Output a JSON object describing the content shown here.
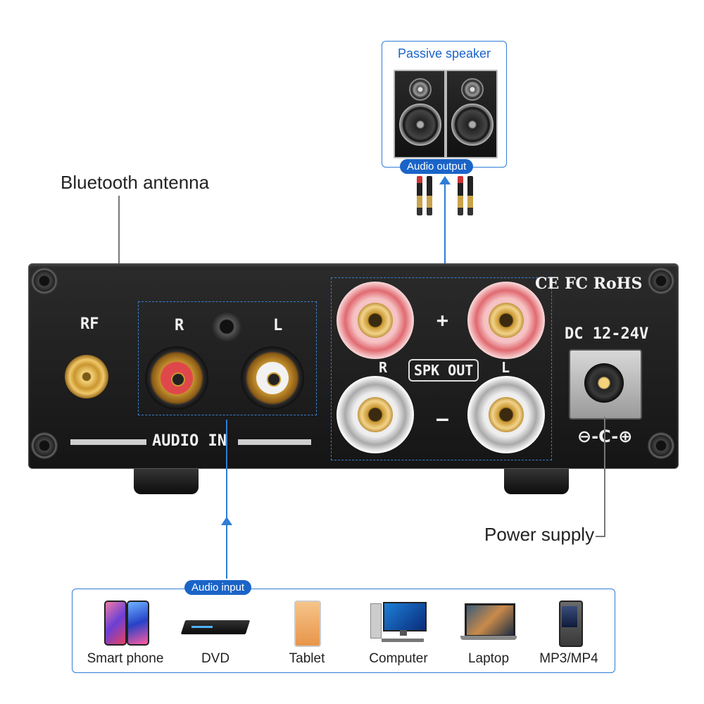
{
  "callouts": {
    "bluetooth": "Bluetooth antenna",
    "power": "Power supply"
  },
  "speaker_box": {
    "title": "Passive speaker",
    "pill": "Audio output"
  },
  "amp": {
    "rf": "RF",
    "audio_in_r": "R",
    "audio_in_l": "L",
    "audio_in": "AUDIO IN",
    "plus": "+",
    "minus": "–",
    "spk_r": "R",
    "spk_l": "L",
    "spk_out": "SPK OUT",
    "certs": "CE FC RoHS",
    "dc": "DC 12-24V",
    "polarity": "⊖-C-⊕"
  },
  "devices": {
    "pill": "Audio input",
    "items": [
      {
        "label": "Smart phone",
        "icon": "smartphone-icon"
      },
      {
        "label": "DVD",
        "icon": "dvd-player-icon"
      },
      {
        "label": "Tablet",
        "icon": "tablet-icon"
      },
      {
        "label": "Computer",
        "icon": "computer-icon"
      },
      {
        "label": "Laptop",
        "icon": "laptop-icon"
      },
      {
        "label": "MP3/MP4",
        "icon": "mp3-player-icon"
      }
    ]
  },
  "colors": {
    "accent_blue": "#1a64c8",
    "amp_body": "#1f1f1f",
    "gold": "#c9962f",
    "red_terminal": "#e0474b"
  }
}
